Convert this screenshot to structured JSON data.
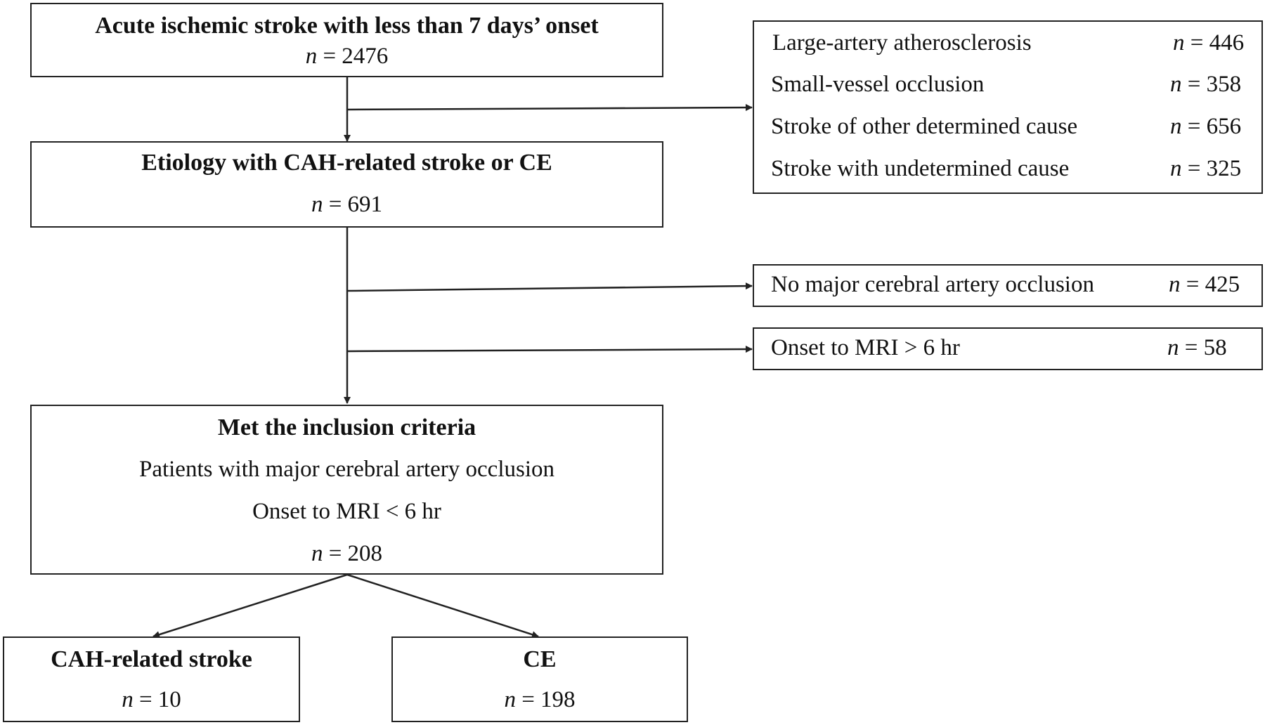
{
  "nodes": {
    "acute": {
      "title": "Acute ischemic stroke with less than 7 days’ onset",
      "n_prefix": "n",
      "n_rest": " = 2476"
    },
    "etiology": {
      "title": "Etiology with CAH-related stroke or CE",
      "n_prefix": "n",
      "n_rest": " = 691"
    },
    "inclusion": {
      "title": "Met the inclusion criteria",
      "line1": "Patients with major cerebral artery occlusion",
      "line2": "Onset to MRI < 6 hr",
      "n_prefix": "n",
      "n_rest": " = 208"
    },
    "cah": {
      "title": "CAH-related stroke",
      "n_prefix": "n",
      "n_rest": " = 10"
    },
    "ce": {
      "title": "CE",
      "n_prefix": "n",
      "n_rest": " = 198"
    }
  },
  "exclusions": {
    "etiology_excluded": [
      {
        "label": "Large-artery atherosclerosis",
        "n_prefix": "n",
        "n_rest": " = 446"
      },
      {
        "label": "Small-vessel occlusion",
        "n_prefix": "n",
        "n_rest": " = 358"
      },
      {
        "label": "Stroke of other determined cause",
        "n_prefix": "n",
        "n_rest": " = 656"
      },
      {
        "label": "Stroke with undetermined cause",
        "n_prefix": "n",
        "n_rest": " = 325"
      }
    ],
    "no_occlusion": {
      "label": "No major cerebral artery occlusion",
      "n_prefix": "n",
      "n_rest": " = 425"
    },
    "late_mri": {
      "label": "Onset to MRI > 6 hr",
      "n_prefix": "n",
      "n_rest": " = 58"
    }
  }
}
